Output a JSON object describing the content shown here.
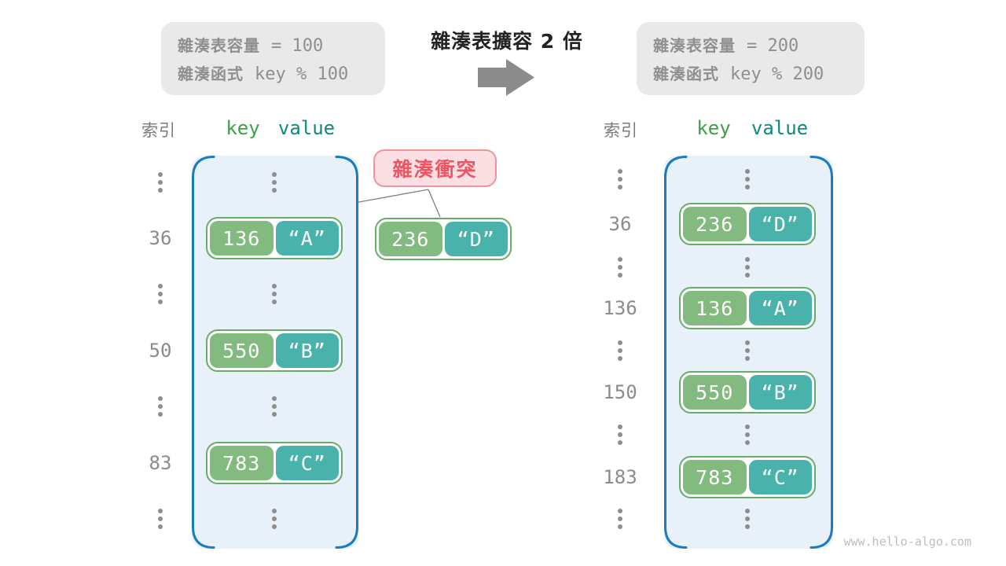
{
  "watermark": "www.hello-algo.com",
  "transition": {
    "title": "雜湊表擴容 2 倍"
  },
  "before_box": {
    "capacity_label": "雜湊表容量",
    "capacity_value": "= 100",
    "hash_label": "雜湊函式",
    "hash_value": "key % 100"
  },
  "after_box": {
    "capacity_label": "雜湊表容量",
    "capacity_value": "= 200",
    "hash_label": "雜湊函式",
    "hash_value": "key % 200"
  },
  "collision": {
    "label": "雜湊衝突",
    "pair": {
      "key": "236",
      "value": "“D”"
    }
  },
  "left_table": {
    "headers": {
      "index": "索引",
      "key": "key",
      "value": "value"
    },
    "entries": [
      {
        "index": "36",
        "key": "136",
        "value": "“A”"
      },
      {
        "index": "50",
        "key": "550",
        "value": "“B”"
      },
      {
        "index": "83",
        "key": "783",
        "value": "“C”"
      }
    ]
  },
  "right_table": {
    "headers": {
      "index": "索引",
      "key": "key",
      "value": "value"
    },
    "entries": [
      {
        "index": "36",
        "key": "236",
        "value": "“D”"
      },
      {
        "index": "136",
        "key": "136",
        "value": "“A”"
      },
      {
        "index": "150",
        "key": "550",
        "value": "“B”"
      },
      {
        "index": "183",
        "key": "783",
        "value": "“C”"
      }
    ]
  },
  "colors": {
    "key_green": "#83ba7f",
    "value_teal": "#49b3ab",
    "pair_border": "#68ad66",
    "table_fill": "#e8f1f9",
    "table_border": "#1a7bc0",
    "header_key": "#3d9f47",
    "header_value": "#11897e",
    "collision_text": "#ee5564",
    "collision_bg": "#fcdfe2",
    "collision_border": "#f2929e",
    "info_bg": "#e9e9e9",
    "muted_text": "#8f8f8f",
    "arrow_gray": "#8c8c8c"
  }
}
